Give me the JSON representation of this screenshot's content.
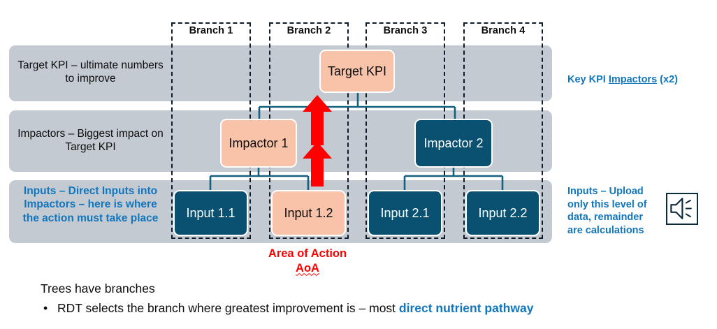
{
  "bands": [
    {
      "label": "Target KPI – ultimate numbers to improve",
      "style": "plain"
    },
    {
      "label": "Impactors – Biggest impact on Target KPI",
      "style": "plain"
    },
    {
      "label": "Inputs – Direct Inputs into Impactors – here is where the action must take place",
      "style": "inputs"
    }
  ],
  "branches": [
    {
      "title": "Branch 1"
    },
    {
      "title": "Branch 2"
    },
    {
      "title": "Branch 3"
    },
    {
      "title": "Branch 4"
    }
  ],
  "nodes": {
    "target_kpi": "Target KPI",
    "impactor_1": "Impactor 1",
    "impactor_2": "Impactor 2",
    "input_11": "Input 1.1",
    "input_12": "Input 1.2",
    "input_21": "Input 2.1",
    "input_22": "Input 2.2"
  },
  "annotations": {
    "key_kpi_prefix": "Key KPI ",
    "key_kpi_underlined": "Impactors",
    "key_kpi_suffix": " (x2)",
    "inputs_note": "Inputs – Upload only this level of data, remainder are calculations",
    "speaker_icon": "speaker-icon"
  },
  "callout": {
    "line1": "Area of Action",
    "line2": "AoA"
  },
  "bottom": {
    "heading": "Trees have branches",
    "bullet_marker": "•",
    "bullet_prefix": "RDT selects the branch where greatest improvement is – most ",
    "bullet_highlight": "direct nutrient pathway"
  },
  "colors": {
    "band": "#c3cad2",
    "peach": "#f8c3a8",
    "teal": "#0a5171",
    "blue_text": "#1276bc",
    "red": "#ff0000",
    "connector": "#14607e"
  }
}
